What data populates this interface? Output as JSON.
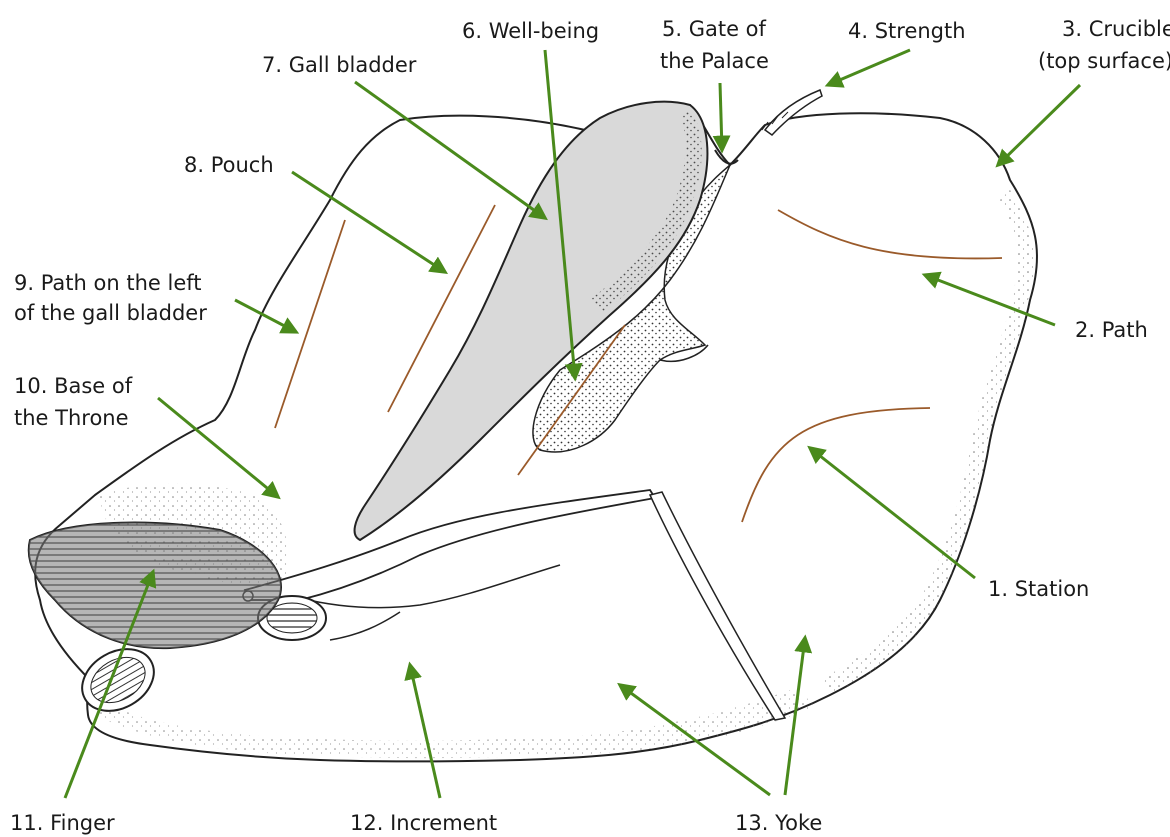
{
  "diagram": {
    "labels": {
      "station": "1. Station",
      "path": "2. Path",
      "crucible": [
        "3. Crucible",
        "(top surface)"
      ],
      "strength": "4. Strength",
      "gate": [
        "5. Gate of",
        "the Palace"
      ],
      "well_being": "6. Well-being",
      "gall_bladder": "7. Gall bladder",
      "pouch": "8. Pouch",
      "path_left": [
        "9. Path on the left",
        "of the gall bladder"
      ],
      "base_throne": [
        "10. Base of",
        "the Throne"
      ],
      "finger": "11. Finger",
      "increment": "12. Increment",
      "yoke": "13. Yoke"
    },
    "colors": {
      "arrow": "#4a8a1c",
      "outline": "#222222",
      "brown_line": "#9a5a2a",
      "gall_fill": "#d9d9d9",
      "dark_fill": "#8a8a8a"
    }
  }
}
